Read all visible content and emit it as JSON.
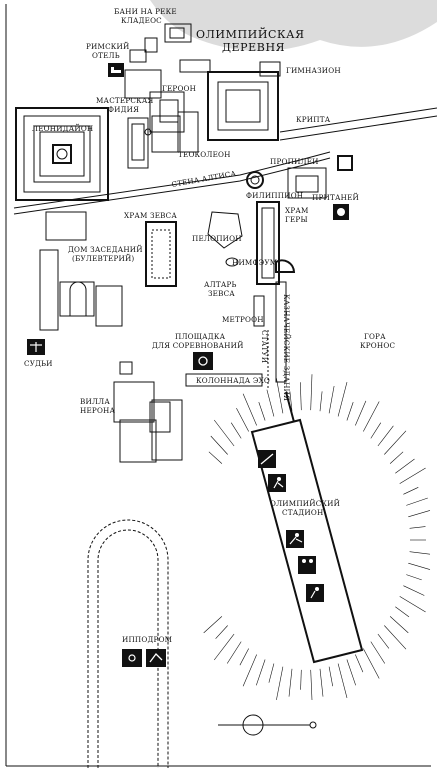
{
  "map": {
    "title_line1": "ОЛИМПИЙСКАЯ",
    "title_line2": "ДЕРЕВНЯ",
    "labels": {
      "baths_1": "БАНИ НА РЕКЕ",
      "baths_2": "КЛАДЕОС",
      "roman_hotel_1": "РИМСКИЙ",
      "roman_hotel_2": "ОТЕЛЬ",
      "gymnasium": "ГИМНАЗИОН",
      "heroon": "ГЕРООН",
      "workshop_1": "МАСТЕРСКАЯ",
      "workshop_2": "ФИДИЯ",
      "leonidaion": "ЛЕОНИДАЙОН",
      "theokoleon": "ТЕОКОЛЕОН",
      "crypt": "КРИПТА",
      "propylaea": "ПРОПИЛЕИ",
      "altis_wall": "СТЕНА АЛТИСА",
      "philippeion": "ФИЛИППИОН",
      "prytaneion": "ПРИТАНЕЙ",
      "temple_zeus": "ХРАМ ЗЕВСА",
      "temple_hera_1": "ХРАМ",
      "temple_hera_2": "ГЕРЫ",
      "pelopion": "ПЕЛОПИОН",
      "bouleuterion_1": "ДОМ ЗАСЕДАНИЙ",
      "bouleuterion_2": "(БУЛЕВТЕРИЙ)",
      "nymphaeum": "НИМФЭУМ",
      "altar_1": "АЛТАРЬ",
      "altar_2": "ЗЕВСА",
      "metroon": "МЕТРООН",
      "treasuries": "КАЗНАЧЕЙСКИЕ ЗДАНИЯ",
      "mount_1": "ГОРА",
      "mount_2": "КРОНОС",
      "judges": "СУДЬИ",
      "competition_1": "ПЛОЩАДКА",
      "competition_2": "ДЛЯ СОРЕВНОВАНИЙ",
      "statues": "СТАТУИ",
      "echo_colonnade": "КОЛОННАДА ЭХО",
      "villa_1": "ВИЛЛА",
      "villa_2": "НЕРОНА",
      "stadium_1": "ОЛИМПИЙСКИЙ",
      "stadium_2": "СТАДИОН",
      "hippodrome": "ИППОДРОМ"
    },
    "icons": [
      "bed-icon",
      "dining-icon",
      "scales-icon",
      "horn-icon",
      "megaphone-icon",
      "javelin-icon",
      "runner-icon",
      "sprinter-icon",
      "wrestlers-icon",
      "discus-icon",
      "charioteer-icon",
      "horseman-icon"
    ],
    "colors": {
      "ink": "#111111",
      "paper": "#ffffff",
      "hill_shade": "#d9d9d9"
    }
  }
}
